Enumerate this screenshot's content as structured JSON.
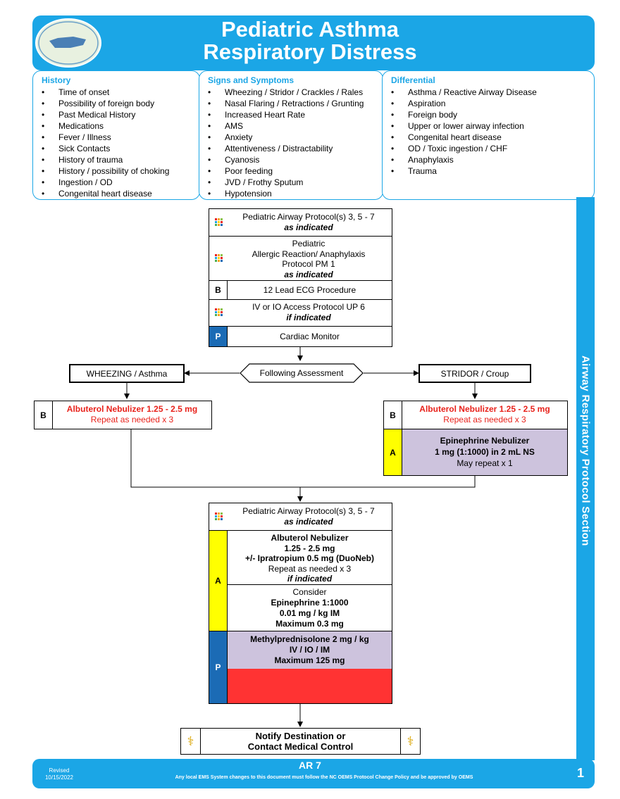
{
  "header": {
    "title_line1": "Pediatric Asthma",
    "title_line2": "Respiratory Distress"
  },
  "history": {
    "heading": "History",
    "items": [
      "Time of onset",
      "Possibility of foreign body",
      "Past Medical History",
      "Medications",
      "Fever / Illness",
      "Sick Contacts",
      "History of trauma",
      "History / possibility of choking",
      "Ingestion / OD",
      "Congenital heart disease"
    ]
  },
  "signs": {
    "heading": "Signs and Symptoms",
    "items": [
      "Wheezing / Stridor / Crackles / Rales",
      "Nasal Flaring / Retractions / Grunting",
      "Increased Heart Rate",
      "AMS",
      "Anxiety",
      "Attentiveness / Distractability",
      "Cyanosis",
      "Poor feeding",
      "JVD / Frothy Sputum",
      "Hypotension"
    ]
  },
  "differential": {
    "heading": "Differential",
    "items": [
      "Asthma / Reactive Airway Disease",
      "Aspiration",
      "Foreign body",
      "Upper or lower airway infection",
      "Congenital heart disease",
      "OD / Toxic ingestion / CHF",
      "Anaphylaxis",
      "Trauma"
    ]
  },
  "top_box": {
    "airway": {
      "line1": "Pediatric Airway Protocol(s) 3, 5 - 7",
      "line2": "as indicated"
    },
    "allergic": {
      "line1": "Pediatric",
      "line2": "Allergic Reaction/ Anaphylaxis",
      "line3": "Protocol PM 1",
      "line4": "as indicated"
    },
    "ecg": {
      "level": "B",
      "text": "12 Lead ECG Procedure"
    },
    "iv": {
      "line1": "IV or IO Access Protocol UP 6",
      "line2": "if indicated"
    },
    "monitor": {
      "level": "P",
      "text": "Cardiac Monitor"
    }
  },
  "assessment": "Following Assessment",
  "wheezing": "WHEEZING / Asthma",
  "stridor": "STRIDOR / Croup",
  "left_box": {
    "level": "B",
    "line1": "Albuterol Nebulizer 1.25 - 2.5 mg",
    "line2": "Repeat as needed x 3"
  },
  "right_box": {
    "b_level": "B",
    "b_line1": "Albuterol Nebulizer 1.25 - 2.5 mg",
    "b_line2": "Repeat as needed x 3",
    "a_level": "A",
    "a_line1": "Epinephrine Nebulizer",
    "a_line2": "1 mg (1:1000) in 2 mL NS",
    "a_line3": "May repeat x 1"
  },
  "bottom_box": {
    "airway": {
      "line1": "Pediatric Airway Protocol(s) 3, 5 - 7",
      "line2": "as indicated"
    },
    "a_level": "A",
    "albuterol": {
      "line1": "Albuterol Nebulizer",
      "line2": "1.25 - 2.5 mg",
      "line3": "+/- Ipratropium 0.5 mg (DuoNeb)",
      "line4": "Repeat as needed x 3",
      "line5": "if indicated"
    },
    "epi": {
      "line1": "Consider",
      "line2": "Epinephrine 1:1000",
      "line3": "0.01 mg / kg IM",
      "line4": "Maximum 0.3 mg"
    },
    "p_level": "P",
    "methyl": {
      "line1": "Methylprednisolone 2 mg / kg",
      "line2": "IV / IO / IM",
      "line3": "Maximum 125 mg"
    }
  },
  "notify": {
    "line1": "Notify Destination or",
    "line2": "Contact Medical Control"
  },
  "side_label": "Airway Respiratory Protocol Section",
  "footer": {
    "revised": "Revised",
    "date": "10/15/2022",
    "code": "AR 7",
    "notice": "Any local EMS System changes to this document must follow the NC OEMS Protocol Change Policy and be approved by OEMS",
    "page": "1"
  },
  "colors": {
    "accent": "#1ba6e6",
    "level_a": "#ffff00",
    "level_p": "#1b6bb5",
    "purple": "#cdc3dd",
    "red_fill": "#ff3333"
  }
}
